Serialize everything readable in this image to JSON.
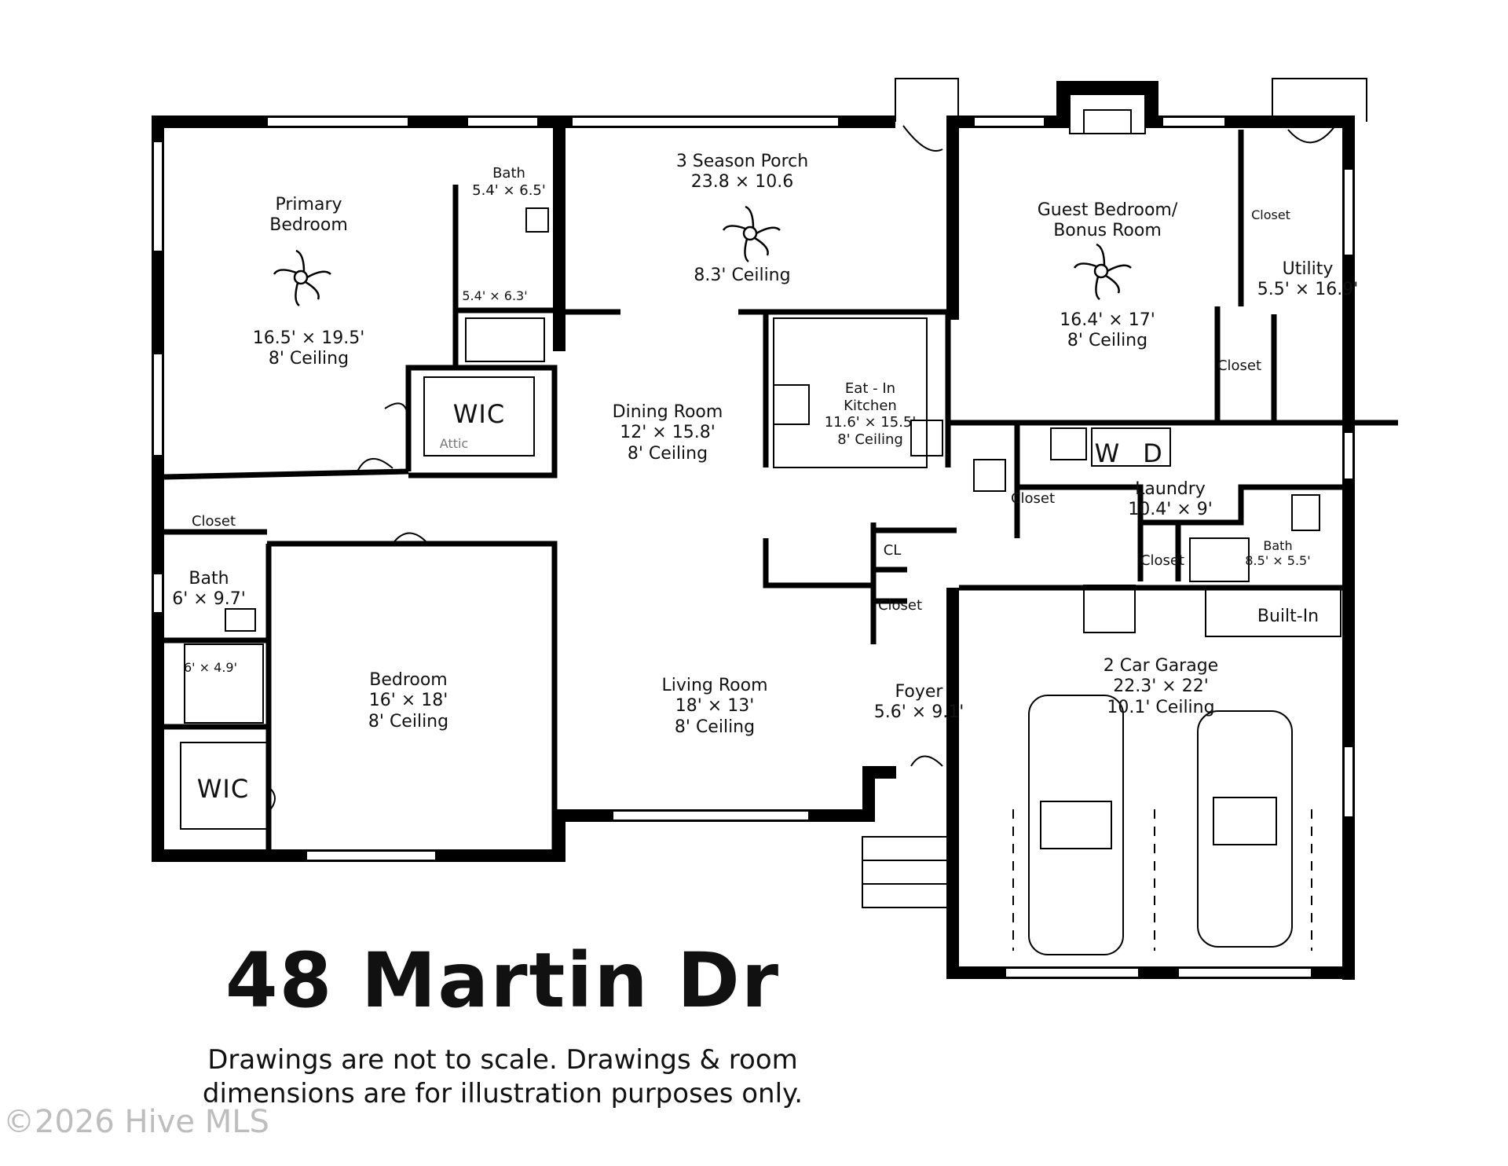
{
  "title": "48 Martin Dr",
  "disclaimer": {
    "line1": "Drawings are not to scale. Drawings & room",
    "line2": "dimensions are for illustration purposes only."
  },
  "watermark": "©2026 Hive MLS",
  "rooms": {
    "primary_bedroom": {
      "name1": "Primary",
      "name2": "Bedroom",
      "dims": "16.5' × 19.5'",
      "ceiling": "8' Ceiling"
    },
    "bath_primary": {
      "name": "Bath",
      "dims": "5.4' × 6.5'",
      "shower_dims": "5.4' × 6.3'"
    },
    "wic_primary": {
      "name": "WIC",
      "attic": "Attic"
    },
    "porch": {
      "name": "3 Season Porch",
      "dims": "23.8 × 10.6",
      "ceiling": "8.3' Ceiling"
    },
    "guest_bedroom": {
      "name1": "Guest Bedroom/",
      "name2": "Bonus Room",
      "dims": "16.4' × 17'",
      "ceiling": "8' Ceiling"
    },
    "utility": {
      "name": "Utility",
      "dims": "5.5' × 16.9'",
      "closet1": "Closet",
      "closet2": "Closet"
    },
    "dining_room": {
      "name": "Dining Room",
      "dims": "12' × 15.8'",
      "ceiling": "8' Ceiling"
    },
    "kitchen": {
      "name1": "Eat - In",
      "name2": "Kitchen",
      "dims": "11.6' × 15.5'",
      "ceiling": "8' Ceiling"
    },
    "laundry": {
      "name": "Laundry",
      "dims": "10.4' × 9'",
      "washer": "W",
      "dryer": "D",
      "closet1": "Closet",
      "closet2": "Closet"
    },
    "bath_right": {
      "name": "Bath",
      "dims": "8.5' × 5.5'"
    },
    "hall": {
      "closet": "Closet",
      "cl": "CL",
      "closet2": "Closet"
    },
    "bath_left": {
      "name": "Bath",
      "dims": "6' × 9.7'",
      "shower_dims": "6' × 4.9'"
    },
    "bedroom": {
      "name": "Bedroom",
      "dims": "16' × 18'",
      "ceiling": "8' Ceiling"
    },
    "wic_bedroom": {
      "name": "WIC"
    },
    "living_room": {
      "name": "Living Room",
      "dims": "18' × 13'",
      "ceiling": "8' Ceiling"
    },
    "foyer": {
      "name": "Foyer",
      "dims": "5.6' × 9.1'"
    },
    "garage": {
      "name": "2 Car Garage",
      "dims": "22.3' × 22'",
      "ceiling": "10.1' Ceiling",
      "builtin": "Built-In"
    }
  }
}
